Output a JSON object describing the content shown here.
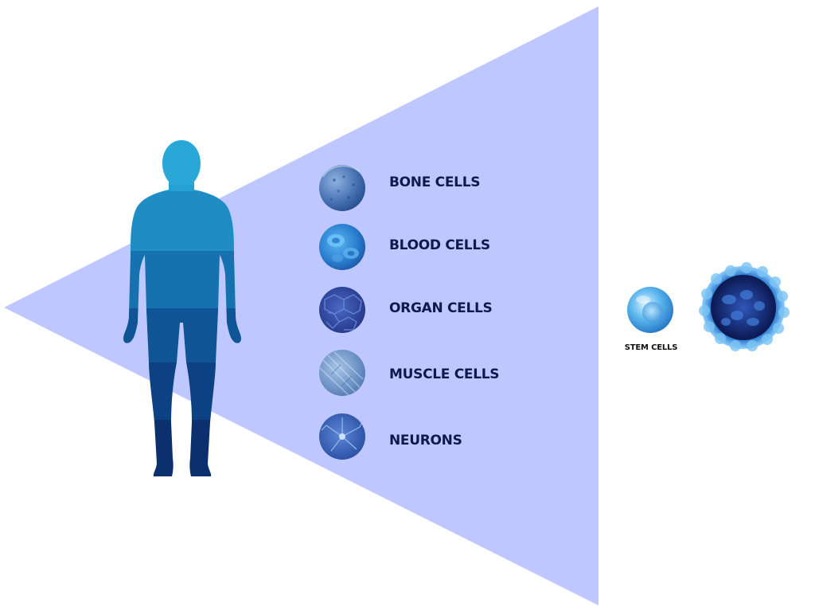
{
  "diagram": {
    "differentiated_cells": [
      {
        "label": "BONE CELLS",
        "icon": "bone-cell-icon"
      },
      {
        "label": "BLOOD CELLS",
        "icon": "blood-cell-icon"
      },
      {
        "label": "ORGAN CELLS",
        "icon": "organ-cell-icon"
      },
      {
        "label": "MUSCLE CELLS",
        "icon": "muscle-cell-icon"
      },
      {
        "label": "NEURONS",
        "icon": "neuron-icon"
      }
    ],
    "stem": {
      "label": "STEM CELLS",
      "icons": [
        "stem-cell-icon",
        "embryo-cluster-icon"
      ]
    },
    "figure": "human-body-icon",
    "colors": {
      "cone": "#bec8ff",
      "body_top": "#29a8d8",
      "body_bottom": "#0c2f6e",
      "label_text": "#0e1a4d"
    }
  }
}
